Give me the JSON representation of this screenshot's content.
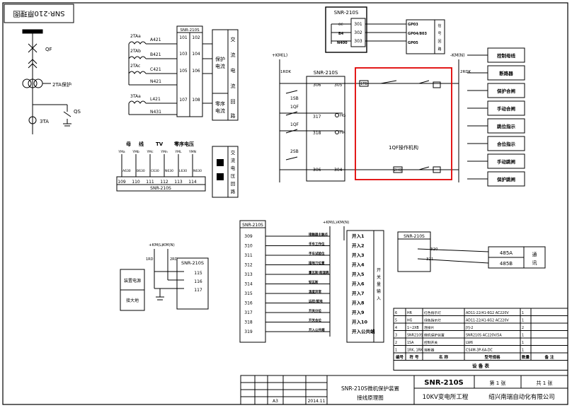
{
  "title_block_top": "SNR-210原理图",
  "terminals": {
    "main_header": "SNR-210S",
    "ct_labels": [
      "A421",
      "B421",
      "C421",
      "N421",
      "L421",
      "N431"
    ],
    "ct_nums_left": [
      "101",
      "103",
      "105",
      "107"
    ],
    "ct_nums_right": [
      "102",
      "104",
      "106",
      "108"
    ],
    "ct_coils": [
      "2TAa",
      "2TAb",
      "2TAc",
      "3TAa"
    ],
    "pt_nums": [
      "109",
      "110",
      "111",
      "112",
      "113",
      "114"
    ],
    "pt_bottom": "SNR-210S",
    "pt_labels": [
      "母",
      "线",
      "TV",
      "零序电压"
    ],
    "pt_wire": [
      "YMa",
      "YMb",
      "YMc",
      "YMn",
      "YML",
      "YMN"
    ],
    "pt_tags": [
      "A630",
      "B630",
      "C630",
      "N630",
      "L630",
      "N630"
    ]
  },
  "left_column": {
    "qf": "QF",
    "ta_prot": "2TA保护",
    "qs": "QS",
    "ta3": "3TA"
  },
  "prot_current_box": [
    "保护",
    "电流"
  ],
  "zero_current_box": [
    "零序",
    "电流"
  ],
  "ac_current_loop": [
    "交",
    "流",
    "电",
    "流",
    "回",
    "路"
  ],
  "ac_voltage_loop": [
    "交",
    "流",
    "电",
    "压",
    "回",
    "路"
  ],
  "zero_voltage_label": "零序电压",
  "signal_box": {
    "header": "SNR-210S",
    "nums": [
      "301",
      "302",
      "303"
    ],
    "labels": [
      "OC",
      "B4",
      "N400"
    ],
    "outs": [
      "GP03",
      "GP04/803",
      "GP05"
    ],
    "side": [
      "信",
      "号",
      "回",
      "路"
    ]
  },
  "control": {
    "header": "SNR-210S",
    "left_bus": "+KM(L)",
    "left_fuse": "1RDK",
    "right_bus": "-KM(N)",
    "right_fuse": "2RDK",
    "switches": [
      "1SB",
      "1QF",
      "1QF",
      "2SB"
    ],
    "nums_left": [
      "306",
      "317",
      "318",
      "306"
    ],
    "nums_right": [
      "305",
      "",
      "",
      "304"
    ],
    "lamps": [
      "HG",
      "HR"
    ],
    "tb": "1TB",
    "mechanism": "1QF操作机构",
    "hq": "2HQ"
  },
  "right_legend": [
    "控制母线",
    "断路器",
    "保护合闸",
    "手动合闸",
    "跳位指示",
    "合位指示",
    "手动跳闸",
    "保护跳闸"
  ],
  "power_box": {
    "bus_left": "+KM(L)",
    "bus_right": "-KM(N)",
    "fuse_left": "1RD",
    "fuse_right": "2RD",
    "header": "SNR-210S",
    "nums": [
      "115",
      "116",
      "117"
    ],
    "labels": [
      "装置电源",
      "接大地"
    ]
  },
  "di_section": {
    "header": "SNR-210S",
    "bus_left": "+KM(L)",
    "bus_right": "-KM(N)",
    "nums": [
      "309",
      "310",
      "311",
      "312",
      "313",
      "314",
      "315",
      "316",
      "317",
      "318",
      "319"
    ],
    "labels": [
      "接触器主触点",
      "手车工作位",
      "手车试验位",
      "接地刀位置",
      "重瓦斯/超温跳",
      "轻瓦斯",
      "温度异常",
      "远控/就地",
      "开关分位",
      "开关合位",
      "开入公共端"
    ],
    "inputs": [
      "开入1",
      "开入2",
      "开入3",
      "开入4",
      "开入5",
      "开入6",
      "开入7",
      "开入8",
      "开入9",
      "开入10",
      "开入公共端"
    ],
    "side": [
      "开",
      "关",
      "量",
      "输",
      "入"
    ]
  },
  "comm_box": {
    "header": "SNR-210S",
    "nums": [
      "320",
      "321"
    ],
    "rs": [
      "485A",
      "485B"
    ],
    "side": [
      "通",
      "讯"
    ]
  },
  "equipment_table": {
    "rows": [
      [
        "6",
        "HR",
        "红色指示灯",
        "AD11-22/41-6G2  AC220V",
        "1",
        ""
      ],
      [
        "5",
        "HG",
        "绿色指示灯",
        "AD11-22/41-6G2  AC220V",
        "1",
        ""
      ],
      [
        "4",
        "1~2XB",
        "连接片",
        "JYJ-2",
        "2",
        ""
      ],
      [
        "3",
        "SNR210S",
        "微机保护装置",
        "SNR210S  AC220V/5A",
        "1",
        ""
      ],
      [
        "2",
        "1SA",
        "控制开关",
        "LW6",
        "1",
        ""
      ],
      [
        "1",
        "1RK, 1RK",
        "熔断器",
        "CS4M-3P-6A-DC",
        "1",
        ""
      ]
    ],
    "headers": [
      "编号",
      "符 号",
      "名 称",
      "型号规格",
      "数量",
      "备 注"
    ],
    "caption": "设 备 表"
  },
  "title_block": {
    "code": "SNR-210S",
    "sheet": "第 1 张",
    "total": "共 1 张",
    "project": "10KV变电所工程",
    "company": "绍兴南瑞自动化有限公司",
    "drawing_title_1": "SNR-210S微机保护装置",
    "drawing_title_2": "接线原理图",
    "size": "A3",
    "date": "2014.11"
  }
}
